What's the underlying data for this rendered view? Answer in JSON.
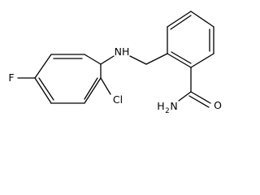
{
  "molecule": {
    "atoms": {
      "amine_n": "NH",
      "amide_o": "O",
      "amide_n_element": "H",
      "amide_n_count": "2",
      "amide_n_tail": "N",
      "chlorine": "Cl",
      "fluorine": "F"
    }
  }
}
